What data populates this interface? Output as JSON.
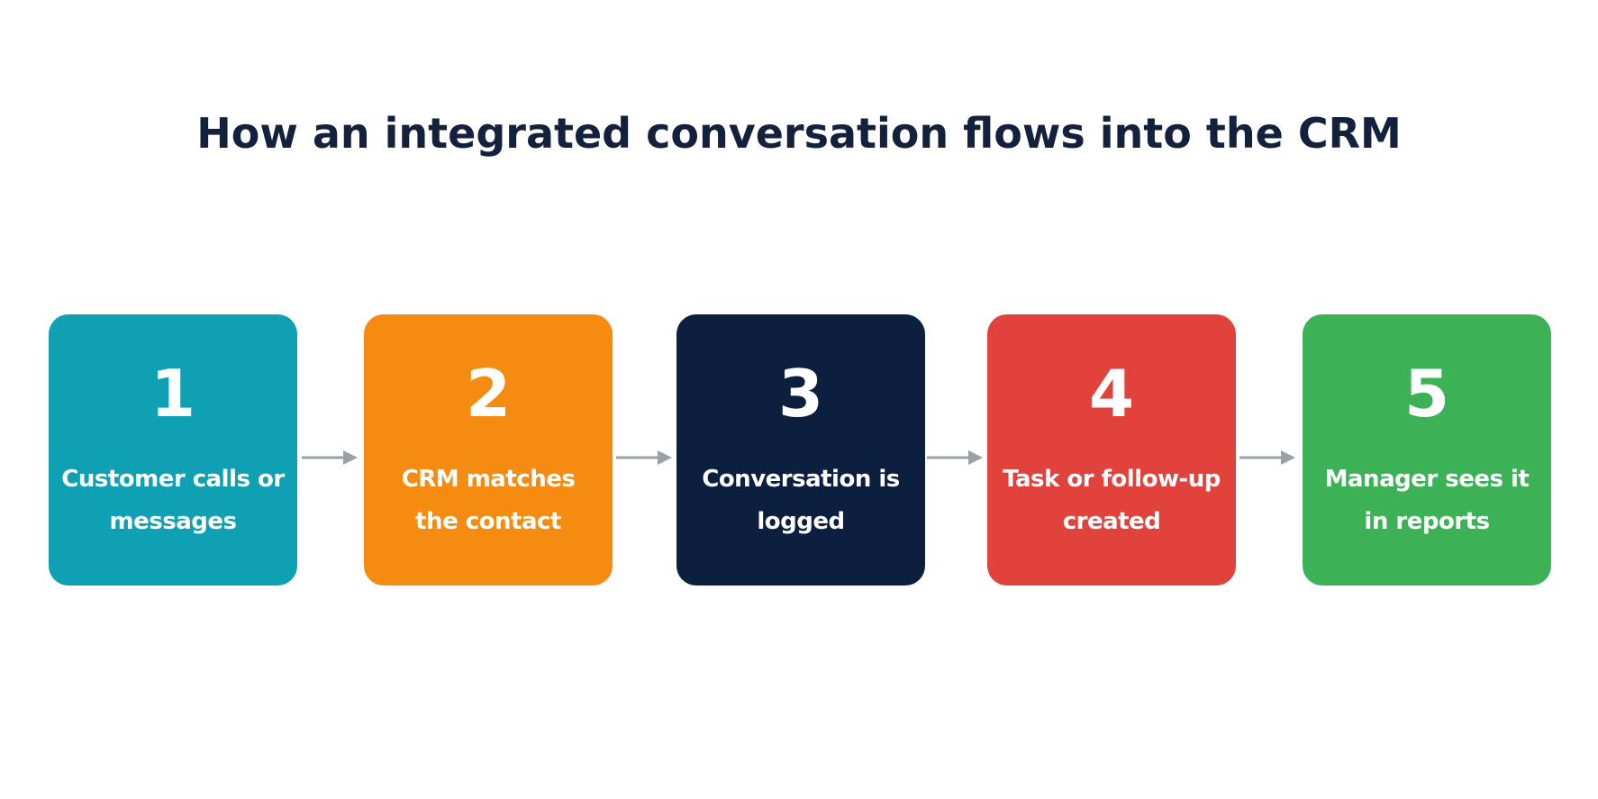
{
  "title": "How an integrated conversation flows into the CRM",
  "steps": [
    {
      "number": "1",
      "label": "Customer calls or messages",
      "color": "#10a0b3"
    },
    {
      "number": "2",
      "label": "CRM matches the contact",
      "color": "#f68b12"
    },
    {
      "number": "3",
      "label": "Conversation is logged",
      "color": "#0d1f3e"
    },
    {
      "number": "4",
      "label": "Task or follow-up created",
      "color": "#e2423c"
    },
    {
      "number": "5",
      "label": "Manager sees it in reports",
      "color": "#3cb155"
    }
  ],
  "connector_color": "#9aa0a6",
  "icons": {
    "connector": "arrow-right-icon"
  }
}
